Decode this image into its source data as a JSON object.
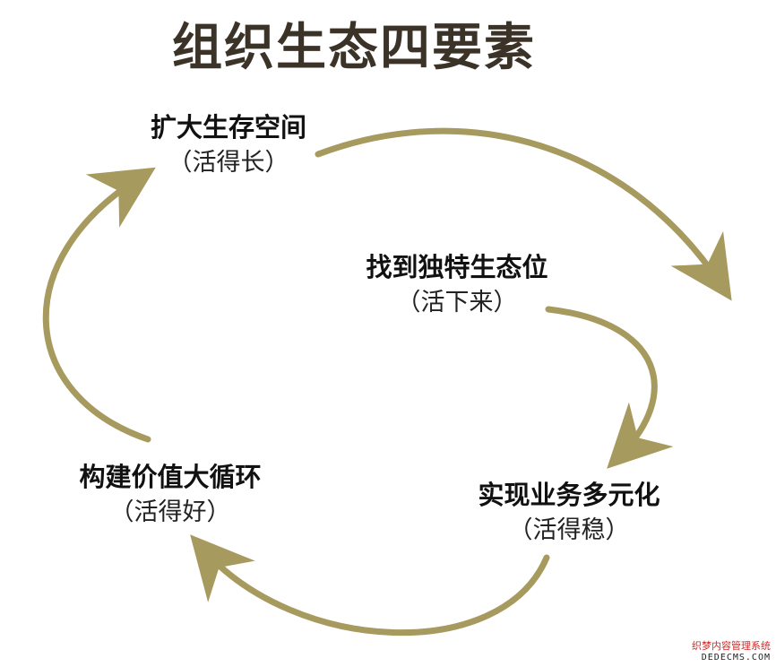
{
  "title": "组织生态四要素",
  "colors": {
    "arrow": "#a79a5f",
    "title": "#3b3328",
    "text": "#111111",
    "watermark": "#cc2b2b"
  },
  "nodes": {
    "top": {
      "main": "扩大生存空间",
      "sub": "（活得长）"
    },
    "center": {
      "main": "找到独特生态位",
      "sub": "（活下来）"
    },
    "right": {
      "main": "实现业务多元化",
      "sub": "（活得稳）"
    },
    "left": {
      "main": "构建价值大循环",
      "sub": "（活得好）"
    }
  },
  "watermark": {
    "line1": "织梦内容管理系统",
    "line2": "DEDECMS.COM"
  }
}
